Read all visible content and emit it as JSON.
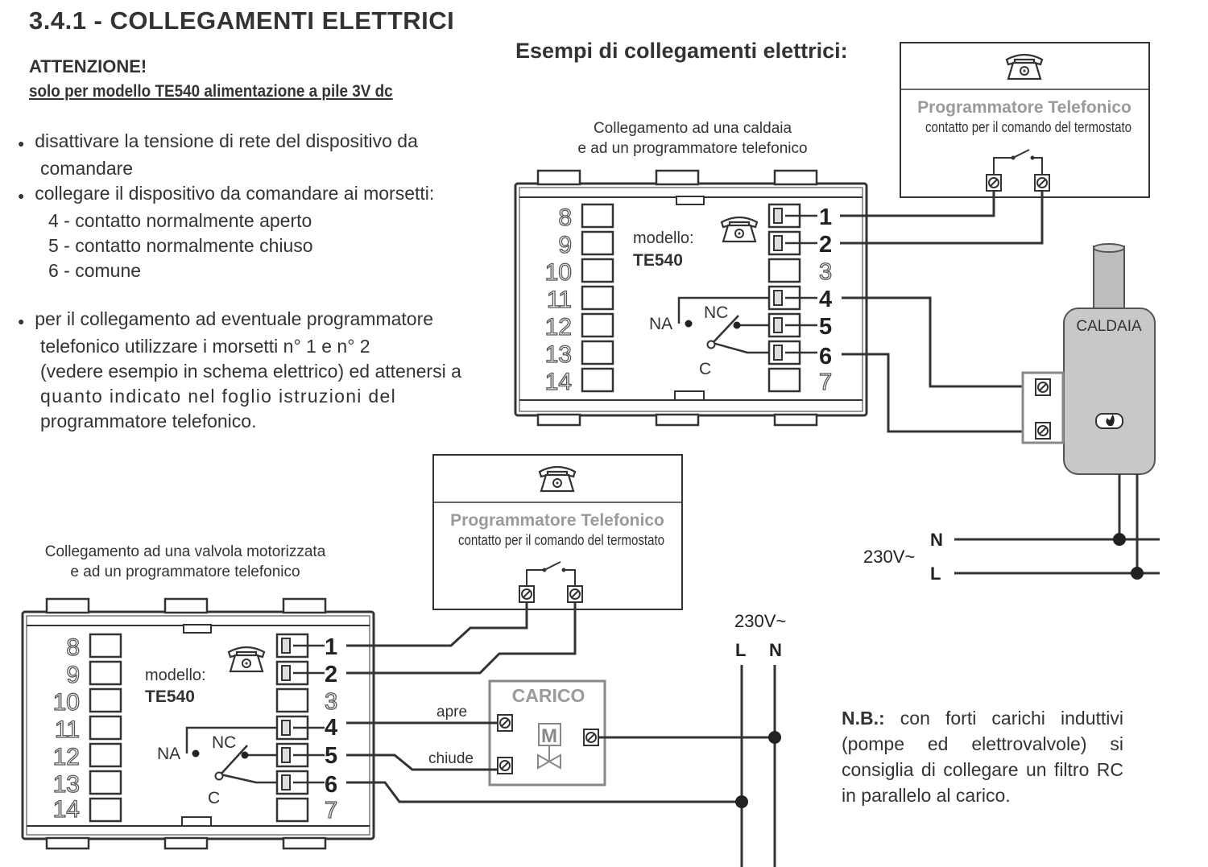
{
  "heading": "3.4.1 - COLLEGAMENTI ELETTRICI",
  "warning": {
    "title": "ATTENZIONE!",
    "subtitle": "solo per modello TE540 alimentazione a pile 3V dc"
  },
  "instructions": {
    "b1_l1": "disattivare la tensione di rete del dispositivo da",
    "b1_l2": "comandare",
    "b2_l1": "collegare il dispositivo da comandare ai morsetti:",
    "t4": "4 - contatto normalmente aperto",
    "t5": "5 - contatto normalmente chiuso",
    "t6": "6 - comune",
    "b3_l1": "per il collegamento ad eventuale programmatore",
    "b3_l2": "telefonico utilizzare i morsetti n° 1 e n° 2",
    "b3_l3": "(vedere esempio in schema elettrico) ed attenersi a",
    "b3_l4": "quanto indicato nel foglio istruzioni del",
    "b3_l5": "programmatore telefonico."
  },
  "examples_title": "Esempi di collegamenti elettrici:",
  "diagram_top": {
    "caption_l1": "Collegamento ad una caldaia",
    "caption_l2": "e ad un programmatore telefonico",
    "model_label": "modello:",
    "model_name": "TE540",
    "left_terminals": [
      "8",
      "9",
      "10",
      "11",
      "12",
      "13",
      "14"
    ],
    "right_terminals": [
      "1",
      "2",
      "3",
      "4",
      "5",
      "6",
      "7"
    ],
    "na": "NA",
    "nc": "NC",
    "c": "C",
    "prog_title": "Programmatore Telefonico",
    "prog_sub": "contatto per il comando del termostato",
    "boiler": "CALDAIA",
    "voltage": "230V~",
    "n": "N",
    "l": "L"
  },
  "diagram_bottom": {
    "caption_l1": "Collegamento ad una valvola motorizzata",
    "caption_l2": "e ad un programmatore telefonico",
    "model_label": "modello:",
    "model_name": "TE540",
    "left_terminals": [
      "8",
      "9",
      "10",
      "11",
      "12",
      "13",
      "14"
    ],
    "right_terminals": [
      "1",
      "2",
      "3",
      "4",
      "5",
      "6",
      "7"
    ],
    "na": "NA",
    "nc": "NC",
    "c": "C",
    "prog_title": "Programmatore Telefonico",
    "prog_sub": "contatto per il comando del termostato",
    "load": "CARICO",
    "motor": "M",
    "opens": "apre",
    "closes": "chiude",
    "voltage": "230V~",
    "l": "L",
    "n": "N"
  },
  "note": {
    "prefix": "N.B.:",
    "text": " con forti carichi induttivi (pompe ed elettrovalvole) si consiglia di collegare un filtro RC in parallelo al carico."
  },
  "colors": {
    "ink": "#2a2a2a",
    "grey_text": "#9a9a9a",
    "boiler": "#c8c8c8"
  }
}
